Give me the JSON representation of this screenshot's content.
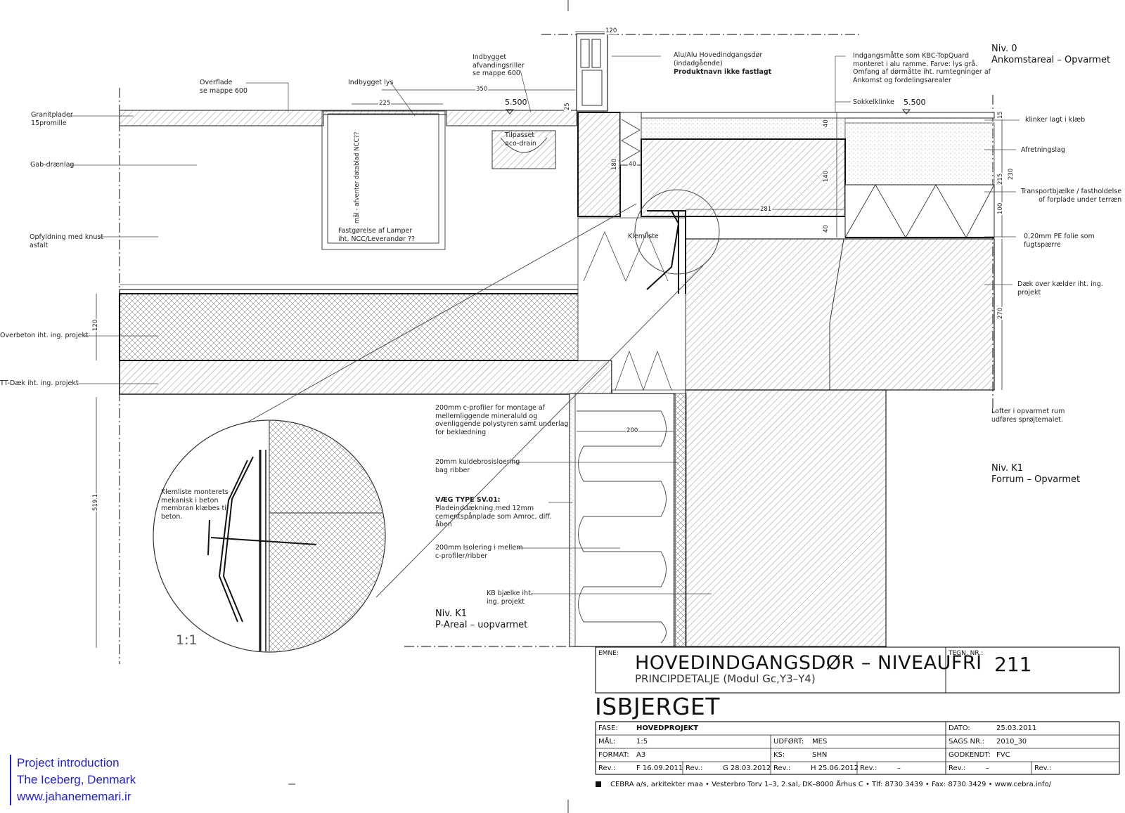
{
  "labels": {
    "granitplader": "Granitplader\n15promille",
    "overflade": "Overflade\nse mappe 600",
    "indbygget_lys": "Indbygget lys",
    "afvandingsriller": "Indbygget\nafvandingsriller\nse mappe 600",
    "gab_drenlag": "Gab-drænlag",
    "opfyldning": "Opfyldning med knust\nasfalt",
    "maal_afventer": "mål - afventer datablad NCC??",
    "fastgoerelse": "Fastgørelse af Lamper\niht. NCC/Leverandør ??",
    "tilpasset_aco": "Tilpasset\naco-drain",
    "hovedindgangsdoer": "Alu/Alu Hovedindgangsdør\n(indadgående)",
    "produktnavn": "Produktnavn ikke fastlagt",
    "indgangsmaatte": "Indgangsmåtte som KBC-TopQuard\nmonteret i alu ramme. Farve: lys grå.\nOmfang af dørmåtte iht. rumtegninger af\nAnkomst og fordelingsarealer",
    "sokkelklinke": "Sokkelklinke",
    "klinker": "klinker lagt i klæb",
    "afretningslag": "Afretningslag",
    "transportbjaelke": "Transportbjælke / fastholdelse\nof forplade under terræn",
    "pe_folie": "0,20mm PE folie som fugtspærre",
    "daek_over_kaelder": "Dæk over kælder iht. ing. projekt",
    "overbeton": "Overbeton iht. ing. projekt",
    "tt_daek": "TT-Dæk iht. ing. projekt",
    "klemliste": "Klemliste",
    "klemliste_monteres": "Klemliste monterets\nmekanisk i beton\nmembran klæbes til\nbeton.",
    "c_profiler": "200mm c-profiler for montage af\nmellemliggende mineraluld og\novenliggende polystyren samt underlag\nfor beklædning",
    "kuldebro": "20mm kuldebrosisloering\nbag ribber",
    "vaeg_type": "VÆG TYPE SV.01:",
    "pladeinddaekning": "Pladeinddækning med 12mm\ncementspånplade som Amroc, diff.\nåben",
    "isolering": "200mm Isolering i mellem\nc-profiler/ribber",
    "kb_bjaelke": "KB bjælke iht.\ning. projekt",
    "lofter": "Lofter i opvarmet rum\nudføres sprøjtemalet.",
    "scale_detail": "1:1"
  },
  "levels": {
    "niv0_title": "Niv. 0",
    "niv0_name": "Ankomstareal  –  Opvarmet",
    "nivk1_right_title": "Niv. K1",
    "nivk1_right_name": "Forrum  –  Opvarmet",
    "nivk1_left_title": "Niv. K1",
    "nivk1_left_name": "P-Areal  –  uopvarmet"
  },
  "elevations": {
    "left": "5.500",
    "right": "5.500"
  },
  "dimensions": {
    "d120_top": "120",
    "d350": "350",
    "d225": "225",
    "d25": "25",
    "d40a": "40",
    "d180": "180",
    "d40b": "40",
    "d140": "140",
    "d281": "281",
    "d40c": "40",
    "d15": "15",
    "d215": "215",
    "d230": "230",
    "d100": "100",
    "d270": "270",
    "d120_left": "120",
    "d5191": "519.1",
    "d200": "200"
  },
  "title_block": {
    "emne_label": "EMNE:",
    "title": "HOVEDINDGANGSDØR  –  NIVEAUFRI",
    "subtitle": "PRINCIPDETALJE  (Modul Gc,Y3–Y4)",
    "tegn_label": "TEGN. NR.:",
    "tegn_nr": "211",
    "project": "ISBJERGET",
    "fase_label": "FASE:",
    "fase": "HOVEDPROJEKT",
    "maal_label": "MÅL:",
    "maal": "1:5",
    "format_label": "FORMAT:",
    "format": "A3",
    "udfoert_label": "UDFØRT:",
    "udfoert": "MES",
    "ks_label": "KS:",
    "ks": "SHN",
    "dato_label": "DATO:",
    "dato": "25.03.2011",
    "sags_label": "SAGS NR.:",
    "sags": "2010_30",
    "godkendt_label": "GODKENDT:",
    "godkendt": "FVC",
    "rev_label": "Rev.:",
    "rev_f": "F  16.09.2011",
    "rev_g": "G  28.03.2012",
    "rev_h": "H  25.06.2012",
    "rev_dash": "–",
    "footer": "CEBRA a/s, arkitekter maa   •   Vesterbro Torv 1–3, 2.sal, DK–8000 Århus  C   •   Tlf: 8730 3439   •   Fax: 8730 3429   •   www.cebra.info/"
  },
  "credit": {
    "line1": "Project introduction",
    "line2": "The Iceberg, Denmark",
    "line3": "www.jahanememari.ir"
  }
}
